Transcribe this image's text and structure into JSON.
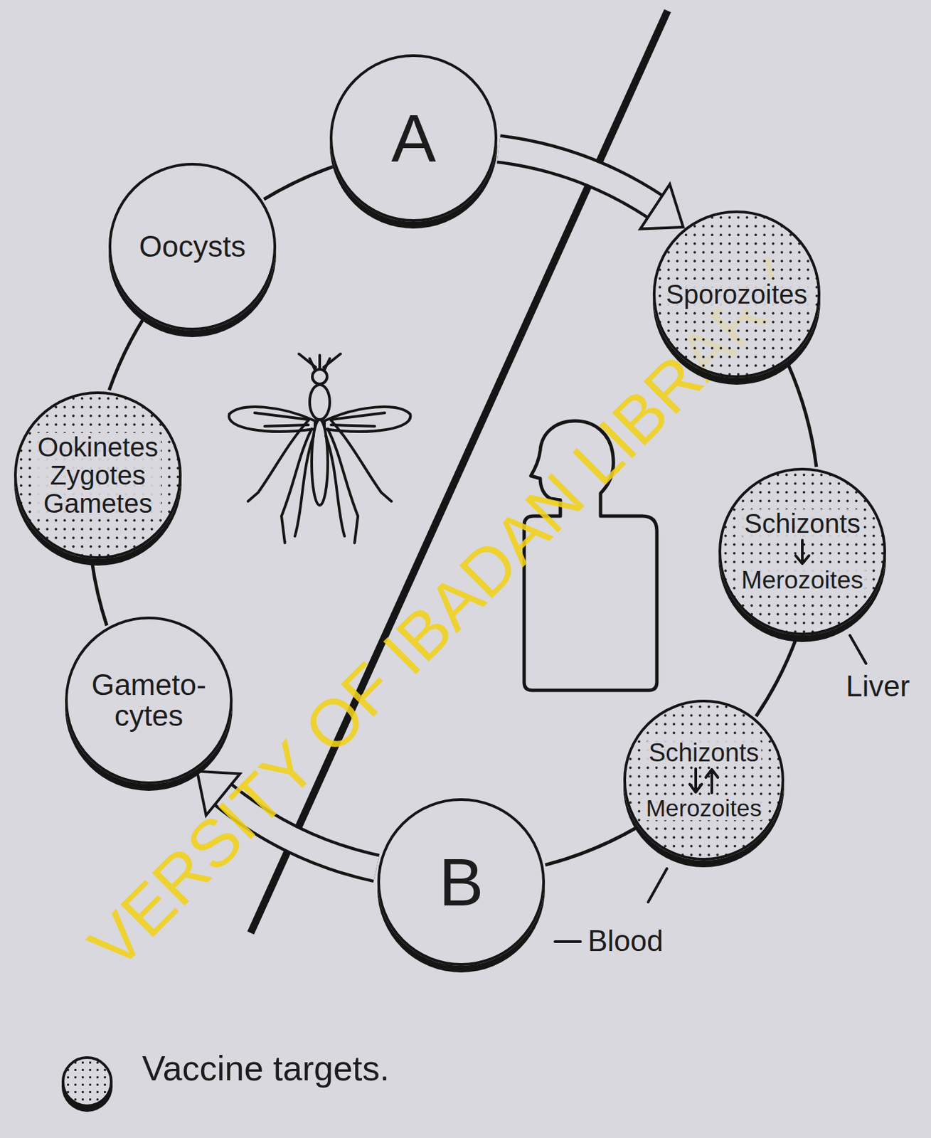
{
  "diagram": {
    "nodes": [
      {
        "text": [
          "A"
        ]
      },
      {
        "text": [
          "Sporozoites"
        ]
      },
      {
        "text": [
          "Schizonts",
          "Merozoites"
        ]
      },
      {
        "text": [
          "Schizonts",
          "Merozoites"
        ]
      },
      {
        "text": [
          "B"
        ]
      },
      {
        "text": [
          "Gameto- cytes"
        ]
      },
      {
        "text": [
          "Ookinetes Zygotes Gametes"
        ]
      },
      {
        "text": [
          "Oocysts"
        ]
      }
    ],
    "edges": [
      {
        "from": 0,
        "to": 1,
        "arrow": "to"
      },
      {
        "from": 1,
        "to": 2,
        "arrow": "none"
      },
      {
        "from": 2,
        "to": 3,
        "arrow": "none"
      },
      {
        "from": 3,
        "to": 4,
        "arrow": "none"
      },
      {
        "from": 4,
        "to": 5,
        "arrow": "to"
      },
      {
        "from": 5,
        "to": 6,
        "arrow": "none"
      },
      {
        "from": 6,
        "to": 7,
        "arrow": "none"
      },
      {
        "from": 7,
        "to": 0,
        "arrow": "none"
      }
    ],
    "labels": [
      "Liver",
      "Blood",
      "VERSITY OF IBADAN LIBRARY"
    ],
    "legend": [
      {
        "text": "Vaccine targets."
      }
    ]
  }
}
